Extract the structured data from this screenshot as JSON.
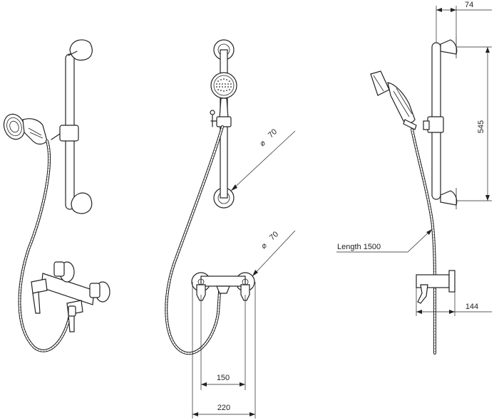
{
  "dimensions": {
    "bar_offset": "74",
    "bar_height": "545",
    "hose_length": "Length 1500",
    "wall_offset": "144",
    "bracket_diameter": "70",
    "valve_diameter": "70",
    "valve_centres": "150",
    "valve_width": "220"
  }
}
